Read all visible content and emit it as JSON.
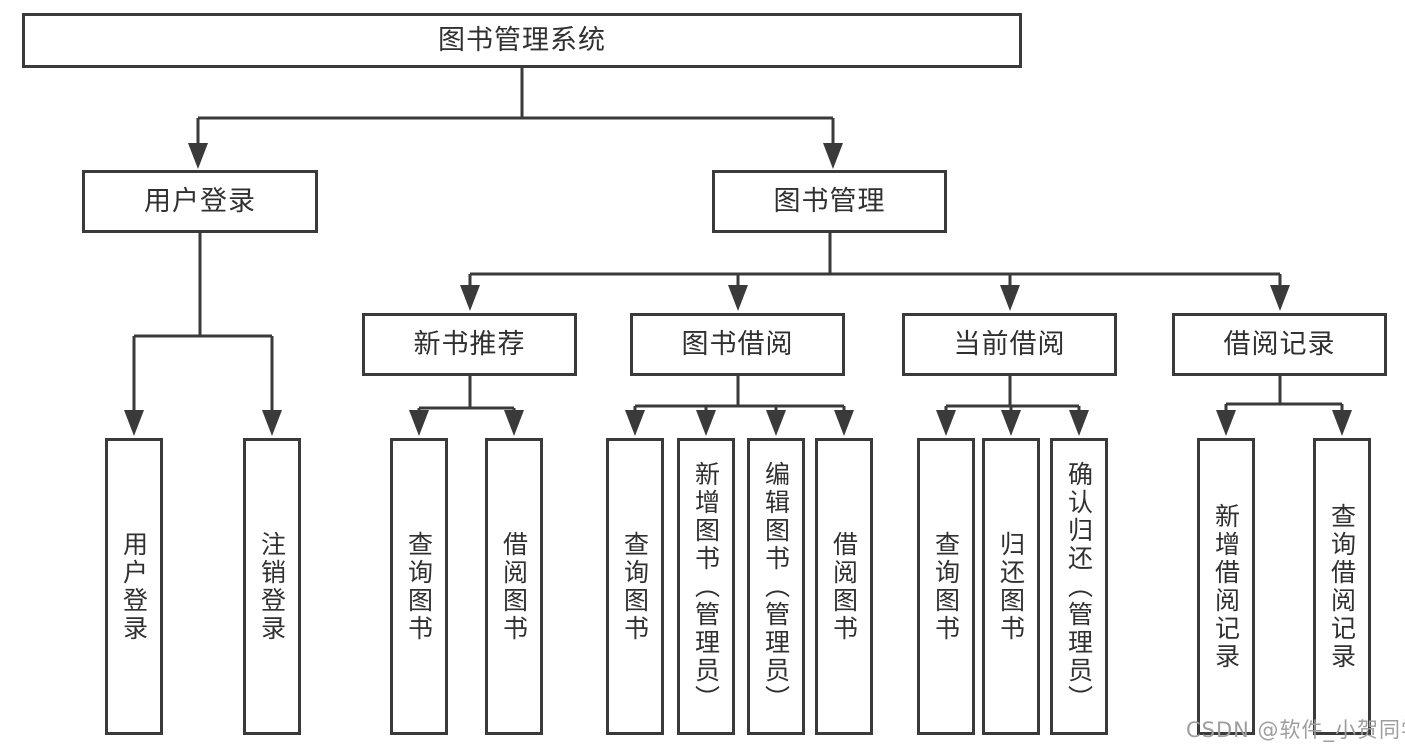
{
  "diagram_title": "图书管理系统",
  "nodes": {
    "root": {
      "label": "图书管理系统"
    },
    "level2": [
      {
        "label": "用户登录",
        "parent": "图书管理系统"
      },
      {
        "label": "图书管理",
        "parent": "图书管理系统"
      }
    ],
    "level3": [
      {
        "label": "新书推荐",
        "parent": "图书管理"
      },
      {
        "label": "图书借阅",
        "parent": "图书管理"
      },
      {
        "label": "当前借阅",
        "parent": "图书管理"
      },
      {
        "label": "借阅记录",
        "parent": "图书管理"
      }
    ],
    "leaves": [
      {
        "label": "用户登录",
        "parent": "用户登录"
      },
      {
        "label": "注销登录",
        "parent": "用户登录"
      },
      {
        "label": "查询图书",
        "parent": "新书推荐"
      },
      {
        "label": "借阅图书",
        "parent": "新书推荐"
      },
      {
        "label": "查询图书",
        "parent": "图书借阅"
      },
      {
        "label": "新增图书（管理员）",
        "parent": "图书借阅"
      },
      {
        "label": "编辑图书（管理员）",
        "parent": "图书借阅"
      },
      {
        "label": "借阅图书",
        "parent": "图书借阅"
      },
      {
        "label": "查询图书",
        "parent": "当前借阅"
      },
      {
        "label": "归还图书",
        "parent": "当前借阅"
      },
      {
        "label": "确认归还（管理员）",
        "parent": "当前借阅"
      },
      {
        "label": "新增借阅记录",
        "parent": "借阅记录"
      },
      {
        "label": "查询借阅记录",
        "parent": "借阅记录"
      }
    ]
  },
  "watermark": "CSDN @软件_小贺同学",
  "colors": {
    "line": "#3a3a3a",
    "box_border": "#3a3a3a",
    "box_fill": "#ffffff",
    "text": "#303030",
    "watermark": "#9e9e9e",
    "background": "#ffffff"
  }
}
